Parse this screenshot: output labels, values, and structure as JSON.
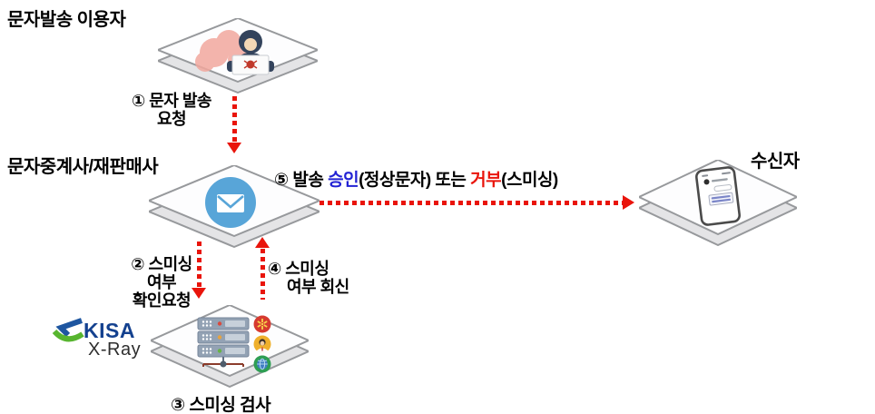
{
  "colors": {
    "arrow_red": "#e9140b",
    "approve_blue": "#2222d4",
    "reject_red": "#e9140b",
    "mail_circle_blue": "#58a5d8",
    "kisa_navy": "#14418f",
    "kisa_green": "#57b52f",
    "platform_top": "#fdfdfe",
    "platform_side": "#e4e4e6",
    "platform_stroke": "#97999c"
  },
  "nodes": {
    "sender": {
      "label": "문자발송 이용자",
      "icon": "hacker-laptop-icon"
    },
    "relay": {
      "label": "문자중계사/재판매사",
      "icon": "mail-icon"
    },
    "receiver": {
      "label": "수신자",
      "icon": "smartphone-message-icon"
    },
    "inspector": {
      "brand": "KISA",
      "brand_sub": "X-Ray",
      "icon": "server-rack-icon",
      "badges": [
        "virus-badge-icon",
        "hacker-badge-icon",
        "globe-badge-icon"
      ]
    }
  },
  "steps": {
    "step1": {
      "lines": [
        "① 문자 발송",
        "요청"
      ]
    },
    "step2": {
      "lines": [
        "② 스미싱",
        "여부",
        "확인요청"
      ]
    },
    "step3": {
      "text": "③ 스미싱 검사"
    },
    "step4": {
      "lines": [
        "④ 스미싱",
        "여부 회신"
      ]
    },
    "step5": {
      "segments": [
        {
          "text": "⑤ 발송 ",
          "color": "#000000"
        },
        {
          "text": "승인",
          "color": "#2222d4"
        },
        {
          "text": "(정상문자) 또는 ",
          "color": "#000000"
        },
        {
          "text": "거부",
          "color": "#e9140b"
        },
        {
          "text": "(스미싱)",
          "color": "#000000"
        }
      ]
    }
  }
}
